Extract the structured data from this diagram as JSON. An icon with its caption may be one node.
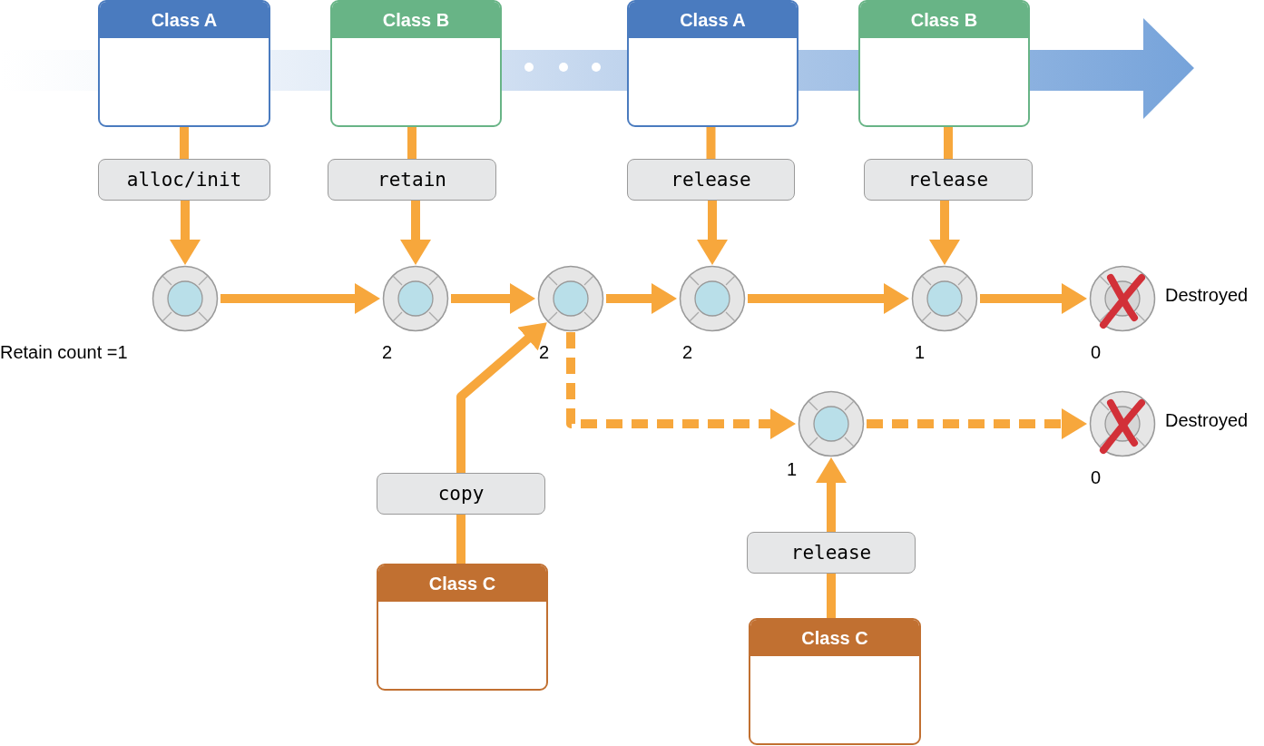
{
  "diagram": {
    "nodes": [
      {
        "text": [
          "Class A"
        ]
      },
      {
        "text": [
          "Class B"
        ]
      },
      {
        "text": [
          "Class A"
        ]
      },
      {
        "text": [
          "Class B"
        ]
      },
      {
        "text": [
          "Class C"
        ]
      },
      {
        "text": [
          "Class C"
        ]
      },
      {
        "text": [
          "alloc/init"
        ]
      },
      {
        "text": [
          "retain"
        ]
      },
      {
        "text": [
          "release"
        ]
      },
      {
        "text": [
          "release"
        ]
      },
      {
        "text": [
          "copy"
        ]
      },
      {
        "text": [
          "release"
        ]
      },
      {
        "text": [],
        "shape": "circle",
        "beside": [
          "Retain count =1"
        ]
      },
      {
        "text": [],
        "shape": "circle",
        "beside": [
          "2"
        ]
      },
      {
        "text": [],
        "shape": "circle",
        "beside": [
          "2"
        ]
      },
      {
        "text": [],
        "shape": "circle",
        "beside": [
          "2"
        ]
      },
      {
        "text": [],
        "shape": "circle",
        "beside": [
          "1"
        ]
      },
      {
        "text": [],
        "shape": "circle",
        "beside": [
          "Destroyed",
          "0"
        ]
      },
      {
        "text": [],
        "shape": "circle",
        "beside": [
          "1"
        ]
      },
      {
        "text": [],
        "shape": "circle",
        "beside": [
          "Destroyed",
          "0"
        ]
      }
    ],
    "edges": [
      {
        "from": 0,
        "to": 6,
        "arrow": "none"
      },
      {
        "from": 6,
        "to": 12,
        "arrow": "to"
      },
      {
        "from": 1,
        "to": 7,
        "arrow": "none"
      },
      {
        "from": 7,
        "to": 13,
        "arrow": "to"
      },
      {
        "from": 2,
        "to": 8,
        "arrow": "none"
      },
      {
        "from": 8,
        "to": 15,
        "arrow": "to"
      },
      {
        "from": 3,
        "to": 9,
        "arrow": "none"
      },
      {
        "from": 9,
        "to": 16,
        "arrow": "to"
      },
      {
        "from": 12,
        "to": 13,
        "arrow": "to"
      },
      {
        "from": 13,
        "to": 14,
        "arrow": "to"
      },
      {
        "from": 14,
        "to": 15,
        "arrow": "to"
      },
      {
        "from": 15,
        "to": 16,
        "arrow": "to"
      },
      {
        "from": 16,
        "to": 17,
        "arrow": "to"
      },
      {
        "from": 4,
        "to": 10,
        "arrow": "none"
      },
      {
        "from": 10,
        "to": 14,
        "arrow": "to"
      },
      {
        "from": 14,
        "to": 18,
        "arrow": "to",
        "style": "dashed"
      },
      {
        "from": 18,
        "to": 19,
        "arrow": "to",
        "style": "dashed"
      },
      {
        "from": 5,
        "to": 11,
        "arrow": "none"
      },
      {
        "from": 11,
        "to": 18,
        "arrow": "to"
      }
    ]
  }
}
